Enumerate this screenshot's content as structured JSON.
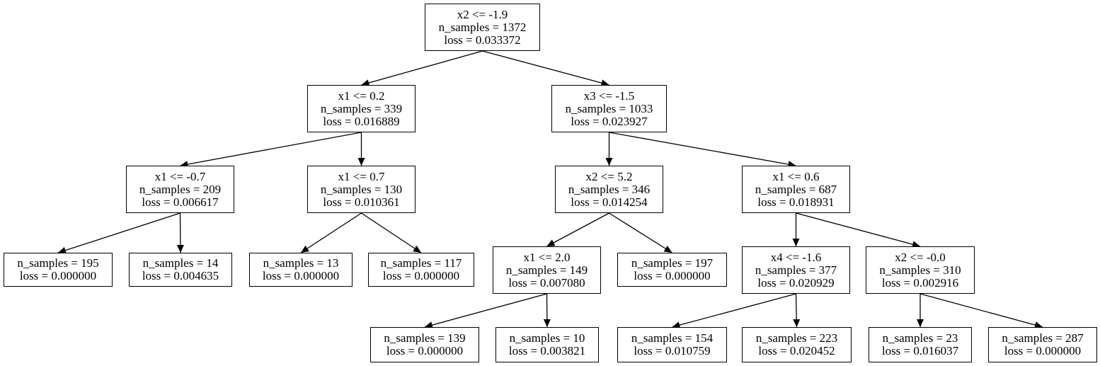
{
  "tree": {
    "nodes": [
      {
        "id": "n0",
        "lines": [
          "x2 <= -1.9",
          "n_samples = 1372",
          "loss = 0.033372"
        ]
      },
      {
        "id": "n1",
        "lines": [
          "x1 <= 0.2",
          "n_samples = 339",
          "loss = 0.016889"
        ]
      },
      {
        "id": "n2",
        "lines": [
          "x3 <= -1.5",
          "n_samples = 1033",
          "loss = 0.023927"
        ]
      },
      {
        "id": "n3",
        "lines": [
          "x1 <= -0.7",
          "n_samples = 209",
          "loss = 0.006617"
        ]
      },
      {
        "id": "n4",
        "lines": [
          "x1 <= 0.7",
          "n_samples = 130",
          "loss = 0.010361"
        ]
      },
      {
        "id": "n5",
        "lines": [
          "x2 <= 5.2",
          "n_samples = 346",
          "loss = 0.014254"
        ]
      },
      {
        "id": "n6",
        "lines": [
          "x1 <= 0.6",
          "n_samples = 687",
          "loss = 0.018931"
        ]
      },
      {
        "id": "n7",
        "lines": [
          "n_samples = 195",
          "loss = 0.000000"
        ]
      },
      {
        "id": "n8",
        "lines": [
          "n_samples = 14",
          "loss = 0.004635"
        ]
      },
      {
        "id": "n9",
        "lines": [
          "n_samples = 13",
          "loss = 0.000000"
        ]
      },
      {
        "id": "n10",
        "lines": [
          "n_samples = 117",
          "loss = 0.000000"
        ]
      },
      {
        "id": "n11",
        "lines": [
          "x1 <= 2.0",
          "n_samples = 149",
          "loss = 0.007080"
        ]
      },
      {
        "id": "n12",
        "lines": [
          "n_samples = 197",
          "loss = 0.000000"
        ]
      },
      {
        "id": "n13",
        "lines": [
          "x4 <= -1.6",
          "n_samples = 377",
          "loss = 0.020929"
        ]
      },
      {
        "id": "n14",
        "lines": [
          "x2 <= -0.0",
          "n_samples = 310",
          "loss = 0.002916"
        ]
      },
      {
        "id": "n15",
        "lines": [
          "n_samples = 139",
          "loss = 0.000000"
        ]
      },
      {
        "id": "n16",
        "lines": [
          "n_samples = 10",
          "loss = 0.003821"
        ]
      },
      {
        "id": "n17",
        "lines": [
          "n_samples = 154",
          "loss = 0.010759"
        ]
      },
      {
        "id": "n18",
        "lines": [
          "n_samples = 223",
          "loss = 0.020452"
        ]
      },
      {
        "id": "n19",
        "lines": [
          "n_samples = 23",
          "loss = 0.016037"
        ]
      },
      {
        "id": "n20",
        "lines": [
          "n_samples = 287",
          "loss = 0.000000"
        ]
      }
    ],
    "edges": [
      [
        "n0",
        "n1"
      ],
      [
        "n0",
        "n2"
      ],
      [
        "n1",
        "n3"
      ],
      [
        "n1",
        "n4"
      ],
      [
        "n2",
        "n5"
      ],
      [
        "n2",
        "n6"
      ],
      [
        "n3",
        "n7"
      ],
      [
        "n3",
        "n8"
      ],
      [
        "n4",
        "n9"
      ],
      [
        "n4",
        "n10"
      ],
      [
        "n5",
        "n11"
      ],
      [
        "n5",
        "n12"
      ],
      [
        "n6",
        "n13"
      ],
      [
        "n6",
        "n14"
      ],
      [
        "n11",
        "n15"
      ],
      [
        "n11",
        "n16"
      ],
      [
        "n13",
        "n17"
      ],
      [
        "n13",
        "n18"
      ],
      [
        "n14",
        "n19"
      ],
      [
        "n14",
        "n20"
      ]
    ]
  }
}
